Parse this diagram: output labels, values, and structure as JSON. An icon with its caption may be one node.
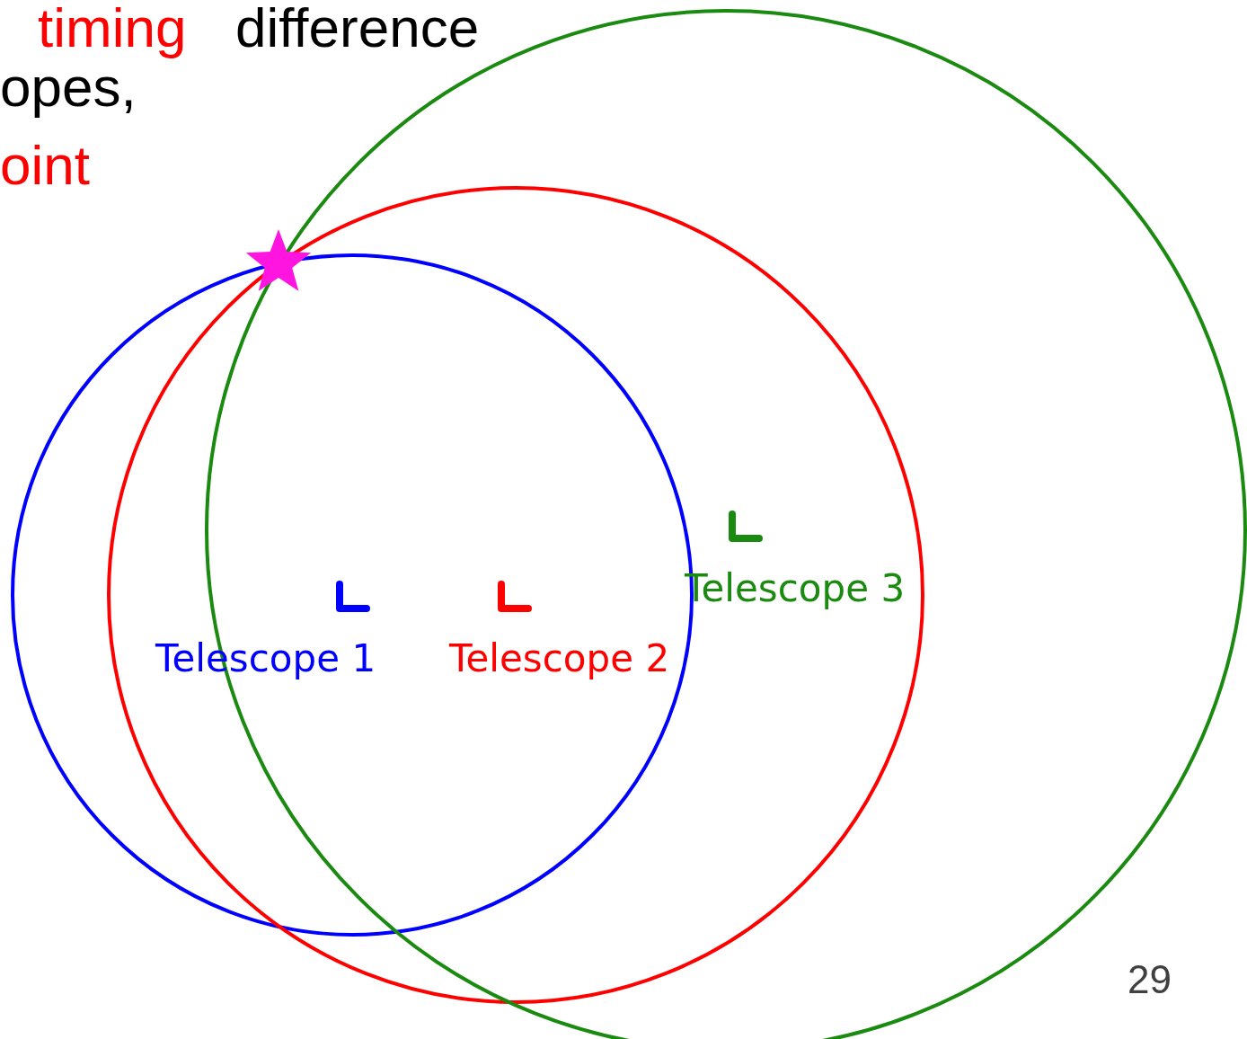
{
  "diagram": {
    "labels": [
      "timing",
      "difference",
      "opes,",
      "oint",
      "Telescope 3",
      "Telescope 1",
      "Telescope 2",
      "29"
    ]
  }
}
